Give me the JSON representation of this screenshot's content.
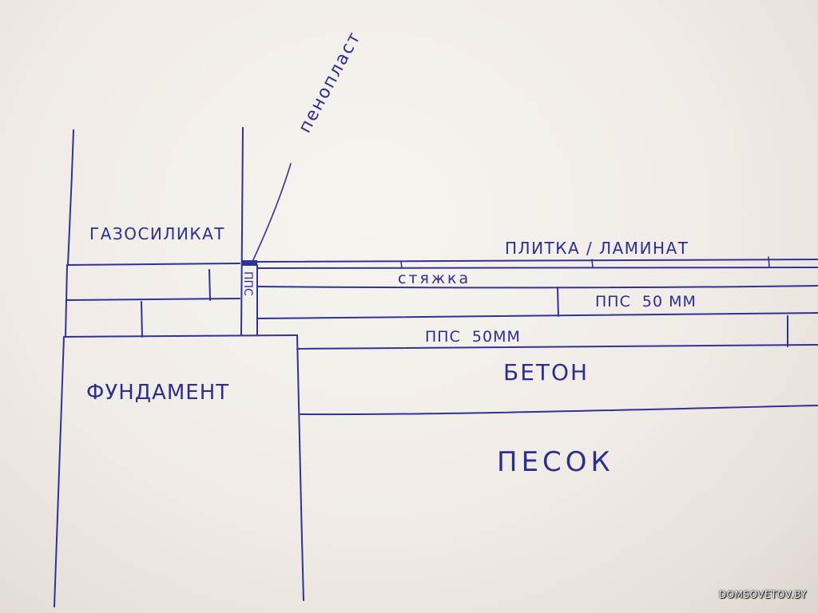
{
  "diagram": {
    "labels": {
      "aerated_concrete": "ГАЗОСИЛИКАТ",
      "polystyrene_foam": "пенопласт",
      "foam_strip": "ППС",
      "tile_laminate": "ПЛИТКА / ЛАМИНАТ",
      "screed": "стяжка",
      "eps_upper": "ППС  50 ММ",
      "eps_lower": "ППС  50ММ",
      "concrete": "БЕТОН",
      "foundation": "ФУНДАМЕНТ",
      "sand": "ПЕСОК"
    }
  },
  "watermark": "DOMSOVETOV.BY"
}
